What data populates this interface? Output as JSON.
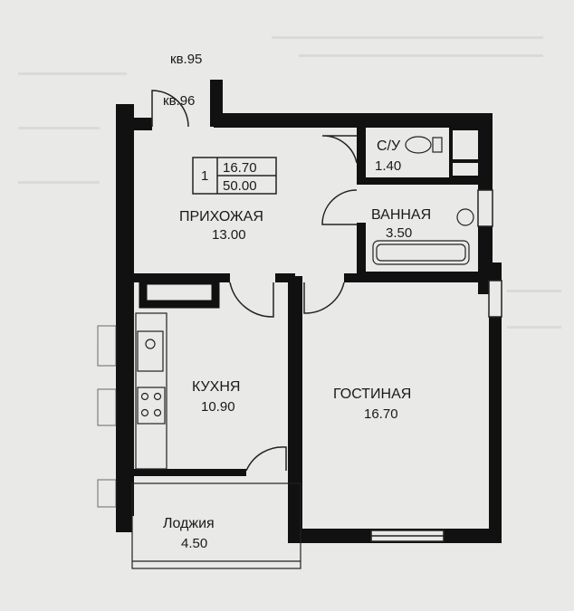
{
  "apartments": {
    "neighbor_upper": "кв.95",
    "neighbor_lower": "кв.96"
  },
  "summary_box": {
    "rooms": "1",
    "living_area": "16.70",
    "total_area": "50.00"
  },
  "rooms": {
    "hallway": {
      "name": "ПРИХОЖАЯ",
      "area": "13.00"
    },
    "wc": {
      "name": "С/У",
      "area": "1.40"
    },
    "bathroom": {
      "name": "ВАННАЯ",
      "area": "3.50"
    },
    "kitchen": {
      "name": "КУХНЯ",
      "area": "10.90"
    },
    "living": {
      "name": "ГОСТИНАЯ",
      "area": "16.70"
    },
    "loggia": {
      "name": "Лоджия",
      "area": "4.50"
    }
  },
  "colors": {
    "paper": "#e9e9e7",
    "wall": "#111111",
    "line": "#222222"
  }
}
